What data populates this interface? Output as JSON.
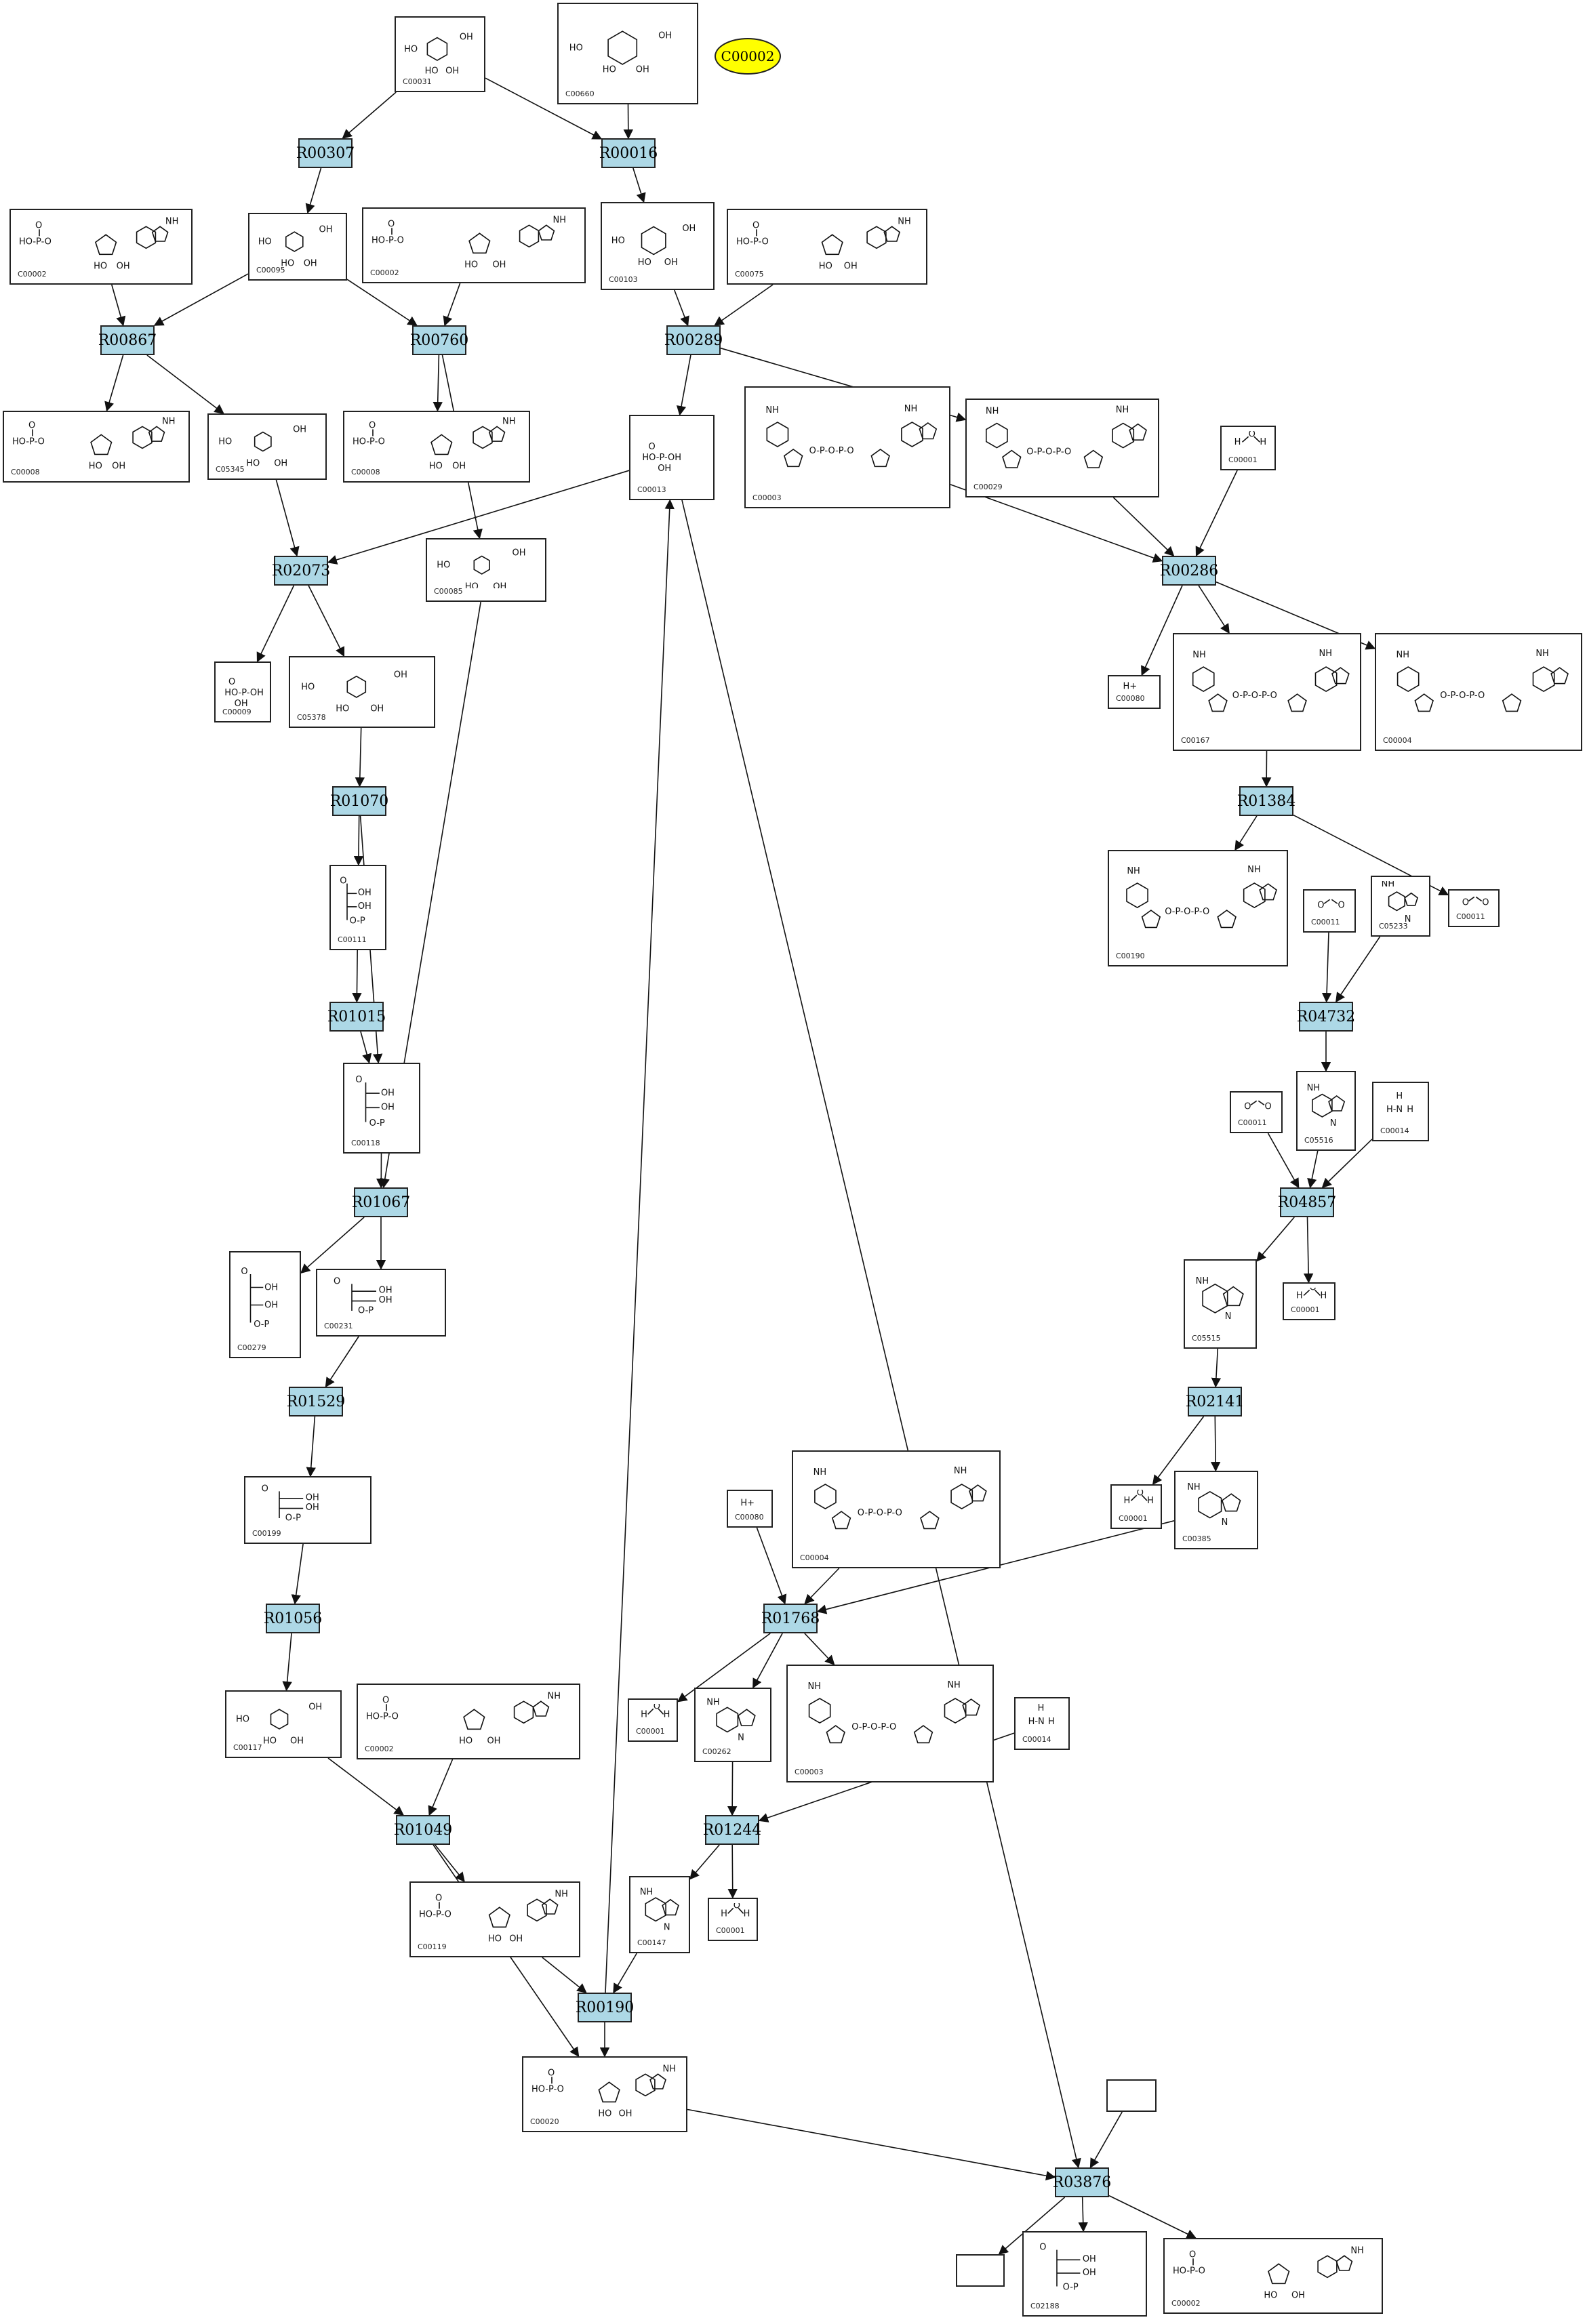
{
  "highlight": {
    "label": "C00002",
    "color": "#ffff00"
  },
  "reaction_color": "#add8e6",
  "reactions": [
    {
      "id": "r_R00307",
      "label": "R00307"
    },
    {
      "id": "r_R00016",
      "label": "R00016"
    },
    {
      "id": "r_R00867",
      "label": "R00867"
    },
    {
      "id": "r_R00760",
      "label": "R00760"
    },
    {
      "id": "r_R00289",
      "label": "R00289"
    },
    {
      "id": "r_R02073",
      "label": "R02073"
    },
    {
      "id": "r_R00286",
      "label": "R00286"
    },
    {
      "id": "r_R01070",
      "label": "R01070"
    },
    {
      "id": "r_R01384",
      "label": "R01384"
    },
    {
      "id": "r_R01015",
      "label": "R01015"
    },
    {
      "id": "r_R04732",
      "label": "R04732"
    },
    {
      "id": "r_R01067",
      "label": "R01067"
    },
    {
      "id": "r_R04857",
      "label": "R04857"
    },
    {
      "id": "r_R01529",
      "label": "R01529"
    },
    {
      "id": "r_R02141",
      "label": "R02141"
    },
    {
      "id": "r_R01056",
      "label": "R01056"
    },
    {
      "id": "r_R01768",
      "label": "R01768"
    },
    {
      "id": "r_R01049",
      "label": "R01049"
    },
    {
      "id": "r_R01244",
      "label": "R01244"
    },
    {
      "id": "r_R00190",
      "label": "R00190"
    },
    {
      "id": "r_R03876",
      "label": "R03876"
    }
  ],
  "compounds": [
    {
      "id": "c_C00031",
      "label": "C00031",
      "kind": "ring"
    },
    {
      "id": "c_C00660",
      "label": "C00660",
      "kind": "ring"
    },
    {
      "id": "c_C00002_a",
      "label": "C00002",
      "kind": "nucleotide"
    },
    {
      "id": "c_C00095",
      "label": "C00095",
      "kind": "ring"
    },
    {
      "id": "c_C00002_b",
      "label": "C00002",
      "kind": "nucleotide"
    },
    {
      "id": "c_C00103",
      "label": "C00103",
      "kind": "ring"
    },
    {
      "id": "c_C00075",
      "label": "C00075",
      "kind": "nucleotide"
    },
    {
      "id": "c_C00008_a",
      "label": "C00008",
      "kind": "nucleotide"
    },
    {
      "id": "c_C05345",
      "label": "C05345",
      "kind": "ring"
    },
    {
      "id": "c_C00008_b",
      "label": "C00008",
      "kind": "nucleotide"
    },
    {
      "id": "c_C00013",
      "label": "C00013",
      "kind": "phosphate"
    },
    {
      "id": "c_C00003_a",
      "label": "C00003",
      "kind": "dinucleotide"
    },
    {
      "id": "c_C00029",
      "label": "C00029",
      "kind": "dinucleotide"
    },
    {
      "id": "c_C00001_a",
      "label": "C00001",
      "kind": "water"
    },
    {
      "id": "c_C00085",
      "label": "C00085",
      "kind": "ring"
    },
    {
      "id": "c_C00009_a",
      "label": "C00009",
      "kind": "phosphate"
    },
    {
      "id": "c_C05378",
      "label": "C05378",
      "kind": "ring"
    },
    {
      "id": "c_C00080_a",
      "label": "C00080",
      "kind": "proton"
    },
    {
      "id": "c_C00167",
      "label": "C00167",
      "kind": "dinucleotide"
    },
    {
      "id": "c_C00004_a",
      "label": "C00004",
      "kind": "dinucleotide"
    },
    {
      "id": "c_C00111",
      "label": "C00111",
      "kind": "chain"
    },
    {
      "id": "c_C00190",
      "label": "C00190",
      "kind": "dinucleotide"
    },
    {
      "id": "c_C00011_a",
      "label": "C00011",
      "kind": "co2"
    },
    {
      "id": "c_C05233",
      "label": "C05233",
      "kind": "small"
    },
    {
      "id": "c_C00011_b",
      "label": "C00011",
      "kind": "co2"
    },
    {
      "id": "c_C00118",
      "label": "C00118",
      "kind": "chain"
    },
    {
      "id": "c_C00011_c",
      "label": "C00011",
      "kind": "co2"
    },
    {
      "id": "c_C05516",
      "label": "C05516",
      "kind": "small"
    },
    {
      "id": "c_C00014_a",
      "label": "C00014",
      "kind": "ammonia"
    },
    {
      "id": "c_C00279",
      "label": "C00279",
      "kind": "chain"
    },
    {
      "id": "c_C00231",
      "label": "C00231",
      "kind": "chain"
    },
    {
      "id": "c_C05515",
      "label": "C05515",
      "kind": "small"
    },
    {
      "id": "c_C00001_b",
      "label": "C00001",
      "kind": "water"
    },
    {
      "id": "c_C00199",
      "label": "C00199",
      "kind": "chain"
    },
    {
      "id": "c_C00001_c",
      "label": "C00001",
      "kind": "water"
    },
    {
      "id": "c_C00385",
      "label": "C00385",
      "kind": "small"
    },
    {
      "id": "c_C00080_b",
      "label": "C00080",
      "kind": "proton"
    },
    {
      "id": "c_C00004_b",
      "label": "C00004",
      "kind": "dinucleotide"
    },
    {
      "id": "c_C00117",
      "label": "C00117",
      "kind": "ring"
    },
    {
      "id": "c_C00002_c",
      "label": "C00002",
      "kind": "nucleotide"
    },
    {
      "id": "c_C00001_d",
      "label": "C00001",
      "kind": "water"
    },
    {
      "id": "c_C00262",
      "label": "C00262",
      "kind": "small"
    },
    {
      "id": "c_C00003_b",
      "label": "C00003",
      "kind": "dinucleotide"
    },
    {
      "id": "c_C00014_b",
      "label": "C00014",
      "kind": "ammonia"
    },
    {
      "id": "c_C00119",
      "label": "C00119",
      "kind": "nucleotide"
    },
    {
      "id": "c_C00147",
      "label": "C00147",
      "kind": "small"
    },
    {
      "id": "c_C00001_e",
      "label": "C00001",
      "kind": "water"
    },
    {
      "id": "c_C00020",
      "label": "C00020",
      "kind": "nucleotide"
    },
    {
      "id": "c_blank_a",
      "label": "",
      "kind": "empty"
    },
    {
      "id": "c_blank_b",
      "label": "",
      "kind": "empty"
    },
    {
      "id": "c_C02188",
      "label": "C02188",
      "kind": "chain"
    },
    {
      "id": "c_C00002_d",
      "label": "C00002",
      "kind": "nucleotide"
    }
  ],
  "edges": [
    [
      "c_C00031",
      "r_R00307"
    ],
    [
      "c_C00031",
      "r_R00016"
    ],
    [
      "c_C00660",
      "r_R00016"
    ],
    [
      "r_R00307",
      "c_C00095"
    ],
    [
      "r_R00016",
      "c_C00103"
    ],
    [
      "c_C00002_a",
      "r_R00867"
    ],
    [
      "c_C00095",
      "r_R00867"
    ],
    [
      "c_C00095",
      "r_R00760"
    ],
    [
      "c_C00002_b",
      "r_R00760"
    ],
    [
      "c_C00103",
      "r_R00289"
    ],
    [
      "c_C00075",
      "r_R00289"
    ],
    [
      "r_R00867",
      "c_C00008_a"
    ],
    [
      "r_R00867",
      "c_C05345"
    ],
    [
      "r_R00760",
      "c_C00008_b"
    ],
    [
      "r_R00760",
      "c_C00085"
    ],
    [
      "r_R00289",
      "c_C00013"
    ],
    [
      "r_R00289",
      "c_C00029"
    ],
    [
      "c_C05345",
      "r_R02073"
    ],
    [
      "c_C00013",
      "r_R02073"
    ],
    [
      "c_C00003_a",
      "r_R00286"
    ],
    [
      "c_C00029",
      "r_R00286"
    ],
    [
      "c_C00001_a",
      "r_R00286"
    ],
    [
      "r_R02073",
      "c_C00009_a"
    ],
    [
      "r_R02073",
      "c_C05378"
    ],
    [
      "r_R00286",
      "c_C00080_a"
    ],
    [
      "r_R00286",
      "c_C00167"
    ],
    [
      "r_R00286",
      "c_C00004_a"
    ],
    [
      "c_C05378",
      "r_R01070"
    ],
    [
      "r_R01070",
      "c_C00111"
    ],
    [
      "r_R01070",
      "c_C00118"
    ],
    [
      "c_C00167",
      "r_R01384"
    ],
    [
      "r_R01384",
      "c_C00190"
    ],
    [
      "r_R01384",
      "c_C00011_b"
    ],
    [
      "c_C00111",
      "r_R01015"
    ],
    [
      "r_R01015",
      "c_C00118"
    ],
    [
      "c_C00011_a",
      "r_R04732"
    ],
    [
      "c_C05233",
      "r_R04732"
    ],
    [
      "r_R04732",
      "c_C05516"
    ],
    [
      "c_C00118",
      "r_R01067"
    ],
    [
      "c_C00085",
      "r_R01067"
    ],
    [
      "c_C00011_c",
      "r_R04857"
    ],
    [
      "c_C05516",
      "r_R04857"
    ],
    [
      "c_C00014_a",
      "r_R04857"
    ],
    [
      "r_R01067",
      "c_C00279"
    ],
    [
      "r_R01067",
      "c_C00231"
    ],
    [
      "r_R04857",
      "c_C05515"
    ],
    [
      "r_R04857",
      "c_C00001_b"
    ],
    [
      "c_C00231",
      "r_R01529"
    ],
    [
      "c_C05515",
      "r_R02141"
    ],
    [
      "r_R01529",
      "c_C00199"
    ],
    [
      "r_R02141",
      "c_C00001_c"
    ],
    [
      "r_R02141",
      "c_C00385"
    ],
    [
      "c_C00199",
      "r_R01056"
    ],
    [
      "c_C00080_b",
      "r_R01768"
    ],
    [
      "c_C00004_b",
      "r_R01768"
    ],
    [
      "c_C00385",
      "r_R01768"
    ],
    [
      "r_R01056",
      "c_C00117"
    ],
    [
      "r_R01768",
      "c_C00001_d"
    ],
    [
      "r_R01768",
      "c_C00262"
    ],
    [
      "r_R01768",
      "c_C00003_b"
    ],
    [
      "c_C00117",
      "r_R01049"
    ],
    [
      "c_C00002_c",
      "r_R01049"
    ],
    [
      "c_C00262",
      "r_R01244"
    ],
    [
      "c_C00014_b",
      "r_R01244"
    ],
    [
      "r_R01049",
      "c_C00119"
    ],
    [
      "r_R01049",
      "c_C00020"
    ],
    [
      "r_R01244",
      "c_C00147"
    ],
    [
      "r_R01244",
      "c_C00001_e"
    ],
    [
      "c_C00119",
      "r_R00190"
    ],
    [
      "c_C00147",
      "r_R00190"
    ],
    [
      "r_R00190",
      "c_C00013"
    ],
    [
      "r_R00190",
      "c_C00020"
    ],
    [
      "c_C00013",
      "r_R03876"
    ],
    [
      "c_C00020",
      "r_R03876"
    ],
    [
      "c_blank_a",
      "r_R03876"
    ],
    [
      "r_R03876",
      "c_blank_b"
    ],
    [
      "r_R03876",
      "c_C02188"
    ],
    [
      "r_R03876",
      "c_C00002_d"
    ]
  ]
}
